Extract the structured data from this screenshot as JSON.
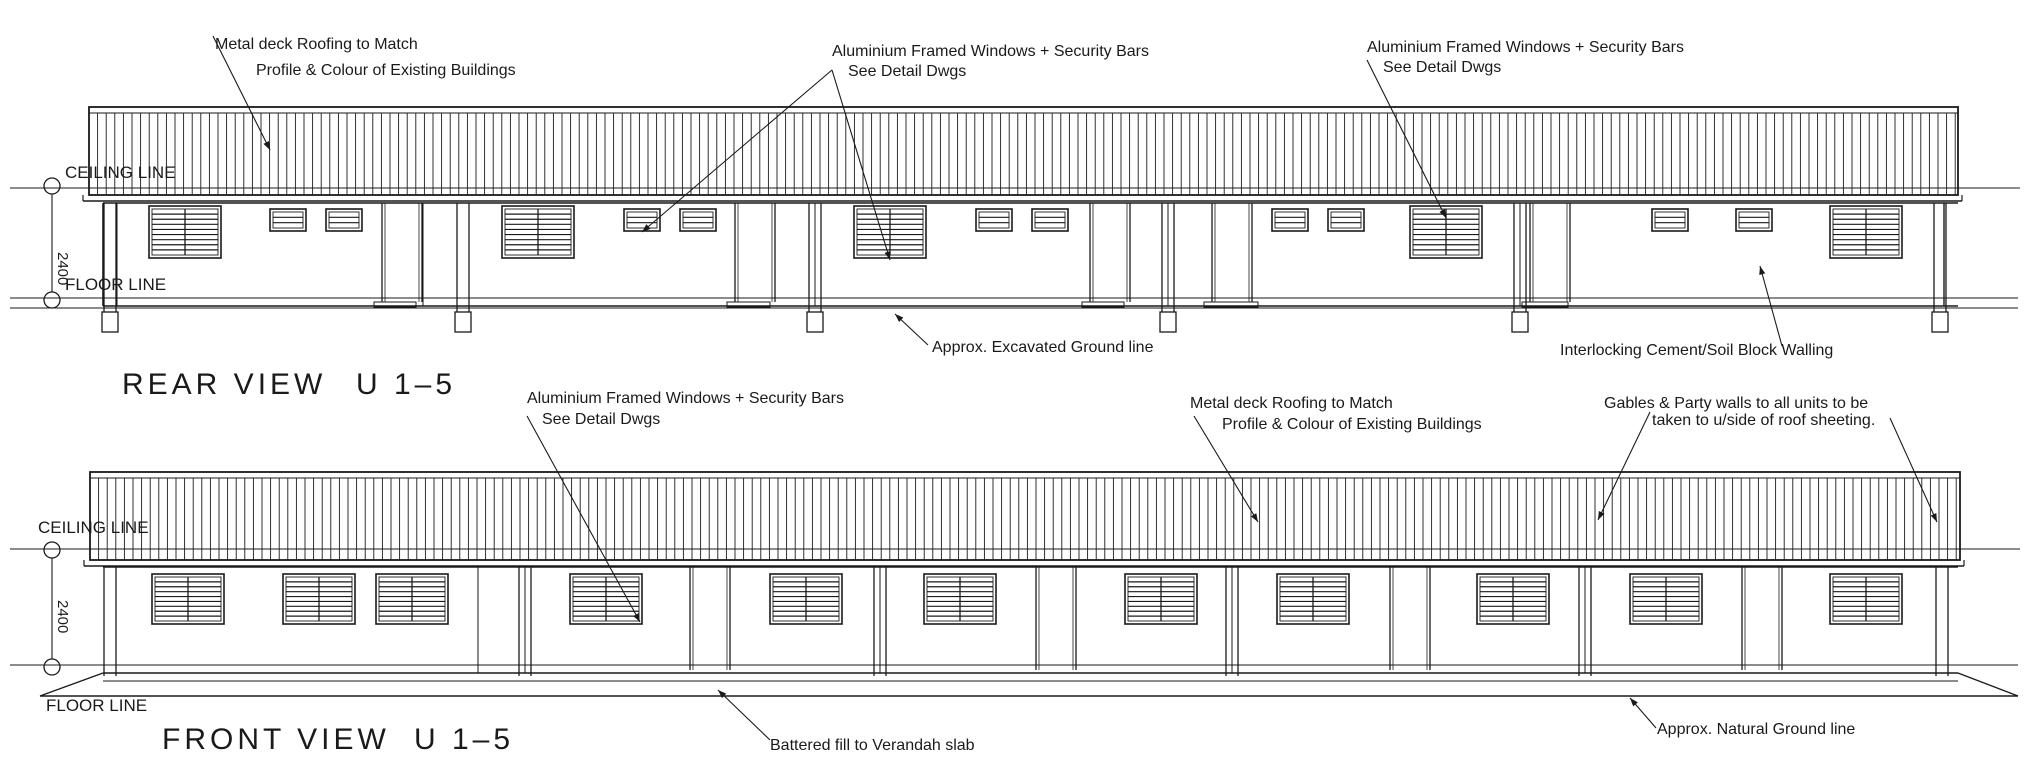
{
  "rear_view": {
    "title": "REAR VIEW",
    "units": "U 1–5",
    "ceiling_line": "CEILING LINE",
    "floor_line": "FLOOR LINE",
    "dimension": "2400",
    "notes": {
      "roofing_1": "Metal deck Roofing to Match",
      "roofing_2": "Profile & Colour of Existing Buildings",
      "windows_a_1": "Aluminium Framed Windows + Security Bars",
      "windows_a_2": "See Detail Dwgs",
      "windows_b_1": "Aluminium Framed Windows + Security Bars",
      "windows_b_2": "See Detail Dwgs",
      "ground": "Approx. Excavated Ground line",
      "walling": "Interlocking Cement/Soil Block Walling"
    }
  },
  "front_view": {
    "title": "FRONT VIEW",
    "units": "U 1–5",
    "ceiling_line": "CEILING LINE",
    "floor_line": "FLOOR LINE",
    "dimension": "2400",
    "notes": {
      "windows_1": "Aluminium Framed Windows + Security Bars",
      "windows_2": "See Detail Dwgs",
      "roofing_1": "Metal deck Roofing to Match",
      "roofing_2": "Profile & Colour of Existing Buildings",
      "gables_1": "Gables & Party walls to all units to be",
      "gables_2": "taken to u/side of roof sheeting.",
      "fill": "Battered fill to Verandah slab",
      "ground": "Approx. Natural Ground line"
    }
  }
}
